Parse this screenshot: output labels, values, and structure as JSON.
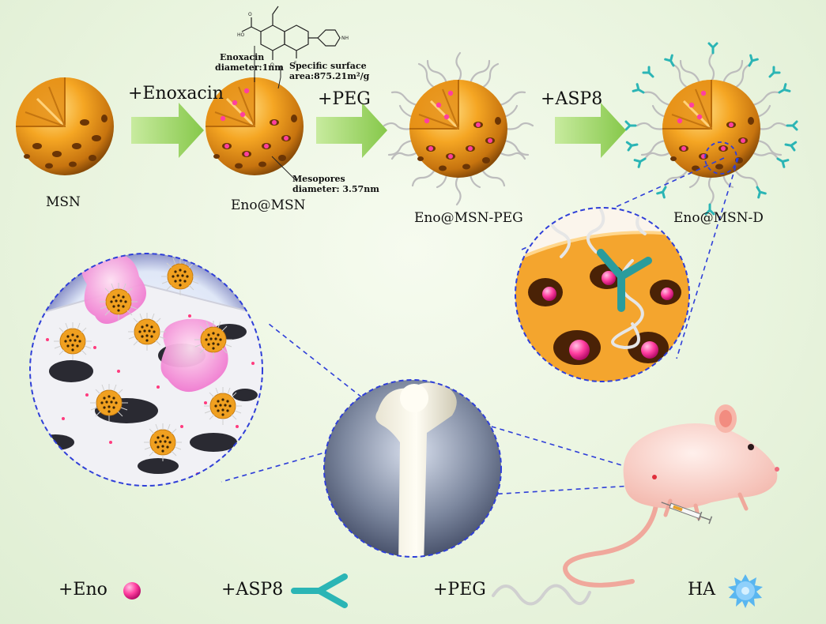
{
  "steps": {
    "enoxacin": "+Enoxacin",
    "peg": "+PEG",
    "asp8": "+ASP8"
  },
  "particles": {
    "msn": "MSN",
    "eno_msn": "Eno@MSN",
    "eno_msn_peg": "Eno@MSN-PEG",
    "eno_msn_d": "Eno@MSN-D"
  },
  "annotations": {
    "enoxacin_diameter_1": "Enoxacin",
    "enoxacin_diameter_2": "diameter:1nm",
    "surface_area_1": "Specific surface",
    "surface_area_2": "area:875.21m²/g",
    "mesopores_1": "Mesopores",
    "mesopores_2": "diameter: 3.57nm"
  },
  "legend": {
    "eno": "+Eno",
    "asp8": "+ASP8",
    "peg": "+PEG",
    "ha": "HA"
  },
  "colors": {
    "particle": "#f3a22a",
    "eno": "#ff4fa6",
    "asp8": "#2bb5b5",
    "arrow": "#9bd160",
    "dashed": "#2f3fd8"
  }
}
